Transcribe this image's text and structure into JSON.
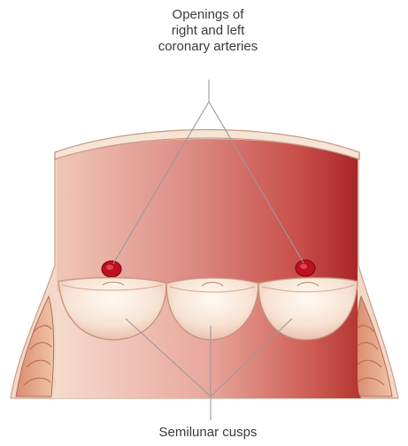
{
  "labels": {
    "top_line1": "Openings of",
    "top_line2": "right and left",
    "top_line3": "coronary arteries",
    "bottom": "Semilunar cusps"
  },
  "colors": {
    "wall_dark": "#b5332f",
    "wall_mid": "#d9787a",
    "wall_light": "#f3cfc2",
    "rim": "#f6e6d6",
    "opening": "#c01020",
    "leader_line": "#9a9a9a"
  },
  "structures": {
    "openings": [
      "right-coronary-opening",
      "left-coronary-opening"
    ],
    "cusps": [
      "left-cusp",
      "middle-cusp",
      "right-cusp"
    ]
  }
}
